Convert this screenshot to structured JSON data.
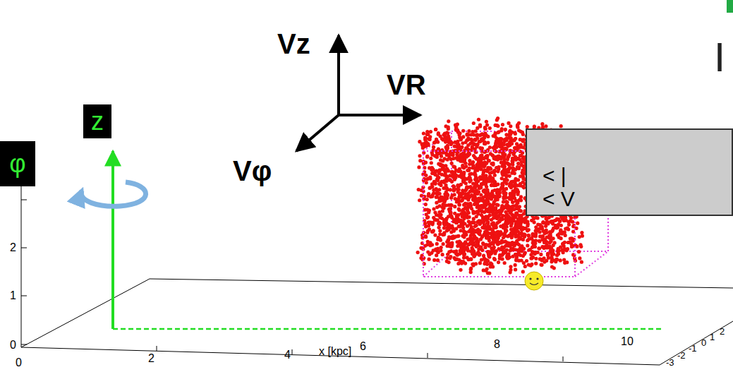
{
  "diagram": {
    "nodes": [
      {
        "text": [
          "z"
        ]
      },
      {
        "text": [
          "φ"
        ]
      },
      {
        "text": [
          "< |",
          "< V"
        ]
      }
    ],
    "labels": [
      "Vz",
      "VR",
      "Vφ",
      "I",
      "2",
      "1",
      "0",
      "0",
      "2",
      "4",
      "x [kpc]",
      "6",
      "8",
      "10",
      "-3",
      "-2",
      "-1",
      "0",
      "1",
      "2"
    ]
  }
}
